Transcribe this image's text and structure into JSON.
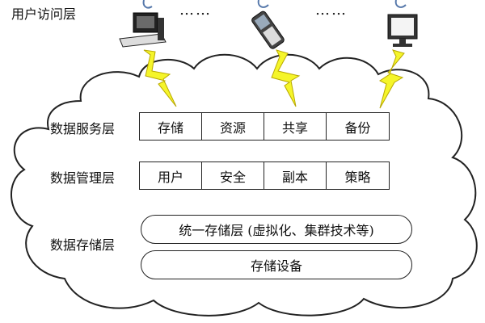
{
  "access_layer": {
    "label": "用户访问层",
    "separator": "……"
  },
  "devices": [
    {
      "name": "desktop-computer-icon"
    },
    {
      "name": "mobile-phone-icon"
    },
    {
      "name": "monitor-icon"
    }
  ],
  "layers": {
    "service": {
      "label": "数据服务层",
      "items": [
        "存储",
        "资源",
        "共享",
        "备份"
      ]
    },
    "management": {
      "label": "数据管理层",
      "items": [
        "用户",
        "安全",
        "副本",
        "策略"
      ]
    },
    "storage": {
      "label": "数据存储层",
      "unified": "统一存储层 (虚拟化、集群技术等)",
      "device": "存储设备"
    }
  },
  "colors": {
    "lightning": "#f5f52a",
    "cloud_stroke": "#222222",
    "cloud_fill": "#ffffff"
  }
}
